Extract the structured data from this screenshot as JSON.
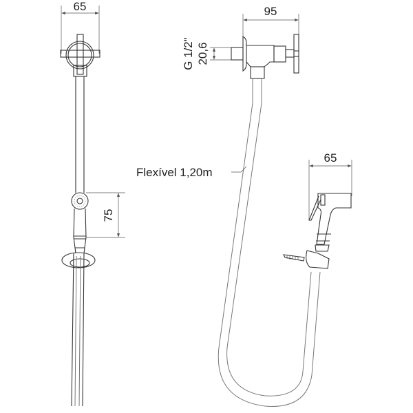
{
  "dimensions": {
    "front_width": "65",
    "handshower_length": "75",
    "valve_depth": "95",
    "thread": "G 1/2\"",
    "thread_height": "20,6",
    "handshower_width": "65"
  },
  "labels": {
    "hose": "Flexível 1,20m"
  },
  "colors": {
    "line": "#333333",
    "background": "#ffffff"
  }
}
